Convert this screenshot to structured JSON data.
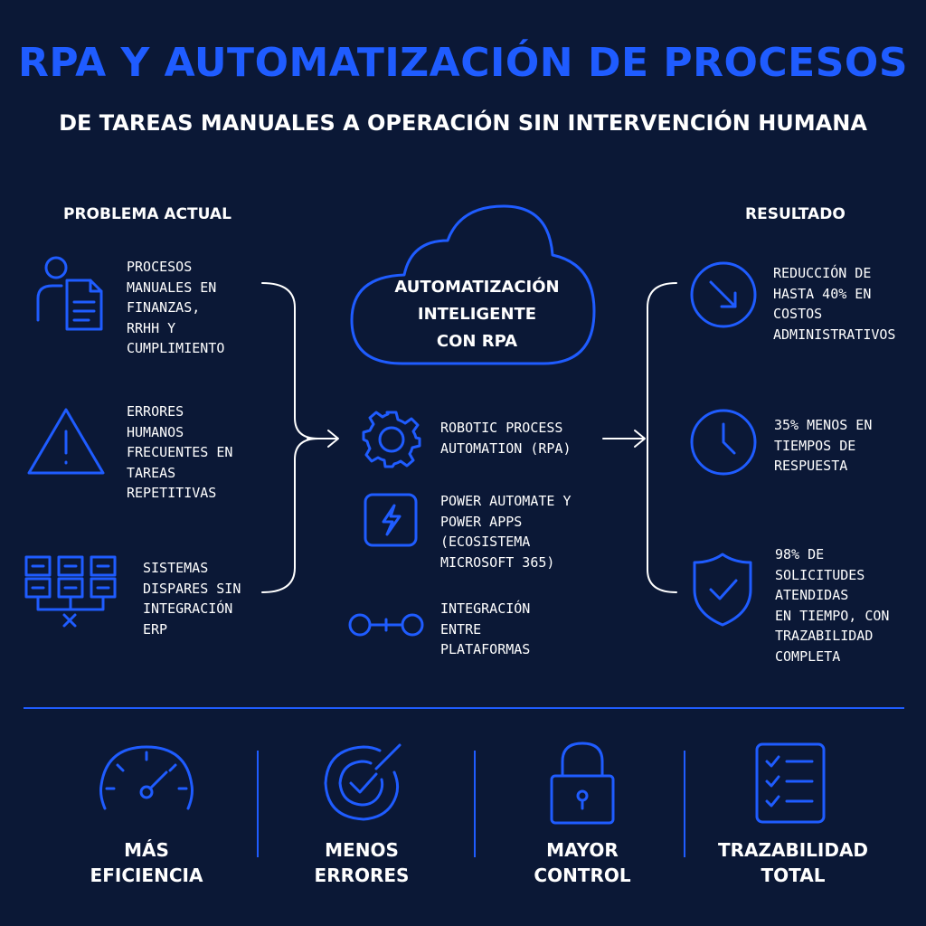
{
  "title": "RPA Y AUTOMATIZACIÓN DE PROCESOS",
  "subtitle": "DE TAREAS MANUALES A OPERACIÓN SIN INTERVENCIÓN HUMANA",
  "left": {
    "heading": "PROBLEMA ACTUAL",
    "items": [
      {
        "icon": "person-document-icon",
        "text": "PROCESOS\nMANUALES EN\nFINANZAS,\nRRHH Y\nCUMPLIMIENTO"
      },
      {
        "icon": "warning-triangle-icon",
        "text": "ERRORES\nHUMANOS\nFRECUENTES EN\nTAREAS\nREPETITIVAS"
      },
      {
        "icon": "disconnected-systems-icon",
        "text": "SISTEMAS\nDISPARES SIN\nINTEGRACIÓN\nERP"
      }
    ]
  },
  "center": {
    "cloud_text": "AUTOMATIZACIÓN\nINTELIGENTE\nCON RPA",
    "items": [
      {
        "icon": "gear-icon",
        "text": "ROBOTIC PROCESS\nAUTOMATION (RPA)"
      },
      {
        "icon": "lightning-app-icon",
        "text": "POWER AUTOMATE Y\nPOWER APPS\n(ECOSISTEMA\nMICROSOFT 365)"
      },
      {
        "icon": "connection-icon",
        "text": "INTEGRACIÓN\nENTRE\nPLATAFORMAS"
      }
    ]
  },
  "right": {
    "heading": "RESULTADO",
    "items": [
      {
        "icon": "arrow-down-circle-icon",
        "text": "REDUCCIÓN DE\nHASTA 40% EN\nCOSTOS\nADMINISTRATIVOS"
      },
      {
        "icon": "clock-icon",
        "text": "35% MENOS EN\nTIEMPOS DE\nRESPUESTA"
      },
      {
        "icon": "shield-check-icon",
        "text": "98% DE\nSOLICITUDES\nATENDIDAS\nEN TIEMPO, CON\nTRAZABILIDAD\nCOMPLETA"
      }
    ]
  },
  "bottom": [
    {
      "icon": "speedometer-icon",
      "label": "MÁS\nEFICIENCIA"
    },
    {
      "icon": "target-check-icon",
      "label": "MENOS\nERRORES"
    },
    {
      "icon": "padlock-icon",
      "label": "MAYOR\nCONTROL"
    },
    {
      "icon": "checklist-icon",
      "label": "TRAZABILIDAD\nTOTAL"
    }
  ],
  "colors": {
    "background": "#0b1836",
    "accent": "#1f5cff",
    "text": "#ffffff"
  }
}
